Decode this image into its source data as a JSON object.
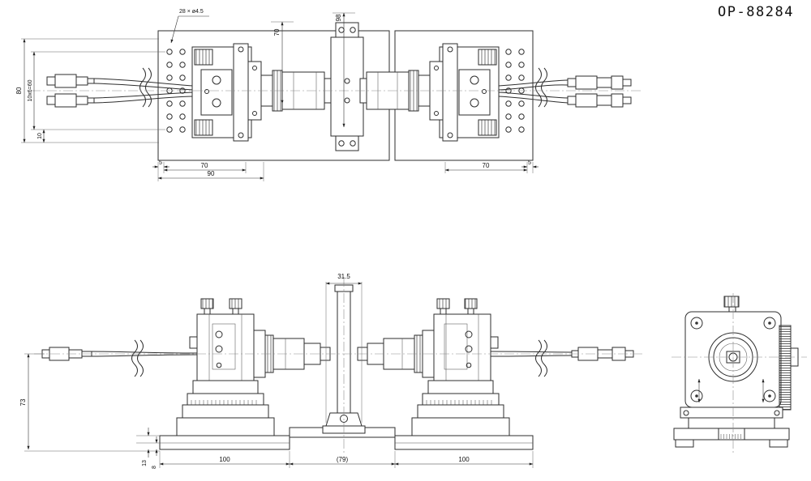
{
  "title": "OP-88284",
  "dims": {
    "top": {
      "holes": "28 × ø4.5",
      "h70": "70",
      "h98": "98",
      "v80": "80",
      "pitch": "10x6=60",
      "v10": "10",
      "bl5": "5",
      "bl70": "70",
      "bl90": "90",
      "br70": "70",
      "br5": "5"
    },
    "front": {
      "w315": "31.5",
      "v73": "73",
      "v13": "13",
      "v8": "8",
      "b100l": "100",
      "b79": "(79)",
      "b100r": "100"
    }
  }
}
